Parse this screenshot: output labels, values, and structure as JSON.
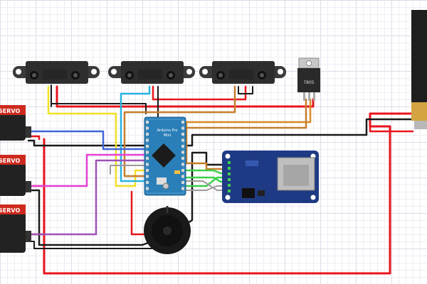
{
  "servo_label": "SERVO",
  "arduino": {
    "line1": "Arduino Pro",
    "line2": "Mini"
  },
  "regulator": {
    "marking": "7805"
  },
  "battery": {
    "brand": ""
  },
  "colors": {
    "red": "#e8141c",
    "black": "#1a1a1a",
    "yellow": "#f2e024",
    "brown": "#c57d2a",
    "orange": "#dd8a22",
    "cyan": "#27b3e0",
    "blue": "#3d66d8",
    "magenta": "#e641d4",
    "purple": "#9c52b6",
    "green": "#3ccf4c",
    "gray": "#9b9b9b",
    "arduino_blue": "#2b7fb8",
    "sd_blue": "#1f3a84",
    "servo_red": "#cd2a1e"
  }
}
